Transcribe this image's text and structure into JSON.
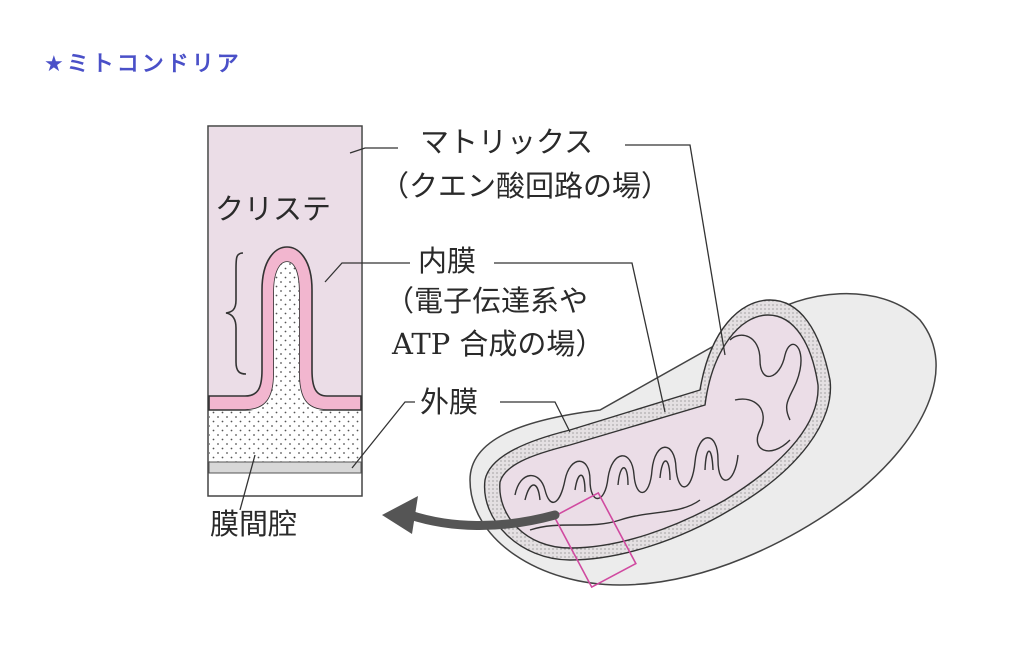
{
  "title": "★ミトコンドリア",
  "labels": {
    "matrix": "マトリックス",
    "matrix_note": "（クエン酸回路の場）",
    "cristae": "クリステ",
    "inner_membrane": "内膜",
    "inner_note_1": "（電子伝達系や",
    "inner_note_2": "ATP 合成の場）",
    "outer_membrane": "外膜",
    "intermembrane_space": "膜間腔"
  },
  "colors": {
    "title": "#4a50c8",
    "matrix": "#ebdde7",
    "inner_membrane": "#f2b6cf",
    "outer": "#ececec",
    "highlight": "#d04aa0"
  }
}
